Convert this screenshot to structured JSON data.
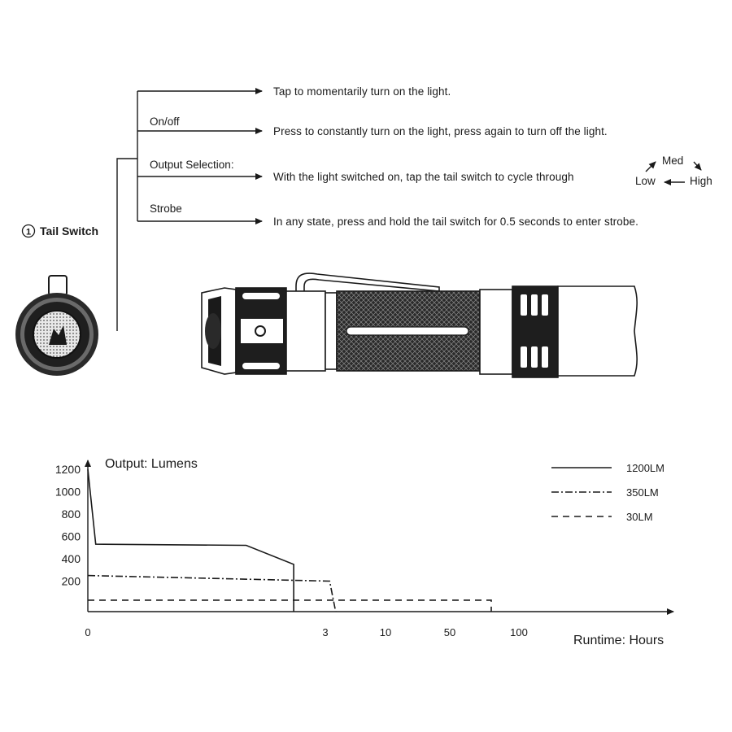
{
  "tail_switch": {
    "title": "Tail Switch",
    "number": "1",
    "branches": [
      {
        "label": "",
        "text": "Tap to momentarily turn on the light."
      },
      {
        "label": "On/off",
        "text": "Press to constantly turn on the light, press again to turn off the light."
      },
      {
        "label": "Output Selection:",
        "text": "With the light switched on, tap the tail switch to cycle through"
      },
      {
        "label": "Strobe",
        "text": "In any state, press and hold the tail switch for 0.5 seconds to enter strobe."
      }
    ],
    "cycle": {
      "low": "Low",
      "med": "Med",
      "high": "High"
    }
  },
  "chart_data": {
    "type": "line",
    "ylabel": "Output: Lumens",
    "xlabel": "Runtime: Hours",
    "y_ticks": [
      "1200",
      "1000",
      "800",
      "600",
      "400",
      "200"
    ],
    "x_ticks": [
      "0",
      "3",
      "10",
      "50",
      "100"
    ],
    "legend": [
      "1200LM",
      "350LM",
      "30LM"
    ],
    "legend_position": "top-right",
    "series": [
      {
        "name": "1200LM",
        "line": "solid",
        "points": [
          [
            0,
            1200
          ],
          [
            0.1,
            530
          ],
          [
            2.0,
            520
          ],
          [
            2.6,
            350
          ],
          [
            2.6,
            0
          ]
        ]
      },
      {
        "name": "350LM",
        "line": "dash-dot",
        "points": [
          [
            0,
            250
          ],
          [
            3.5,
            200
          ],
          [
            4.2,
            0
          ]
        ]
      },
      {
        "name": "30LM",
        "line": "dashed",
        "points": [
          [
            0,
            30
          ],
          [
            80,
            30
          ],
          [
            80,
            0
          ]
        ]
      }
    ]
  }
}
